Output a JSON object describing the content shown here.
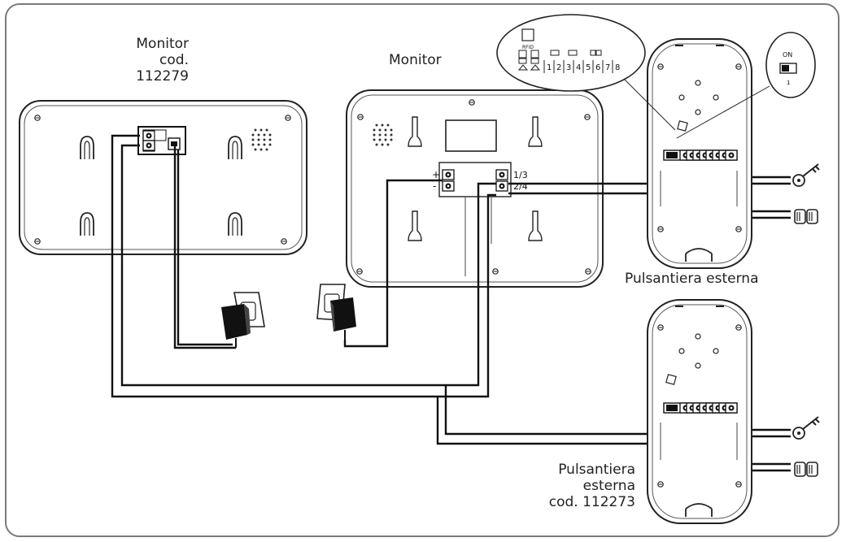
{
  "labels": {
    "monitor_left_line1": "Monitor",
    "monitor_left_line2": "cod.",
    "monitor_left_line3": "112279",
    "monitor_center": "Monitor",
    "panel_top": "Pulsantiera esterna",
    "panel_bottom_line1": "Pulsantiera",
    "panel_bottom_line2": "esterna",
    "panel_bottom_line3": "cod. 112273"
  },
  "terminals": {
    "plus": "+",
    "minus": "-",
    "t13": "1/3",
    "t24": "2/4",
    "numbers": [
      "1",
      "2",
      "3",
      "4",
      "5",
      "6",
      "7",
      "8"
    ],
    "rfid": "RFID",
    "switch_on": "ON",
    "switch_1": "1"
  },
  "icons": [
    "key-icon",
    "door-icon",
    "power-adapter-icon",
    "rfid-icon",
    "dip-switch-icon"
  ]
}
